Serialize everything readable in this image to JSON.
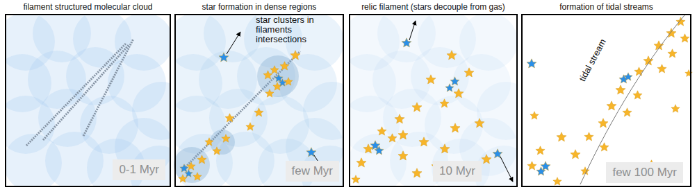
{
  "diagram": {
    "nodes": [
      {
        "text": [
          "filament structured molecular cloud"
        ]
      },
      {
        "text": [
          "0-1 Myr"
        ],
        "in": 0
      },
      {
        "text": [
          "star formation in dense regions"
        ]
      },
      {
        "text": [
          "few Myr"
        ],
        "in": 2
      },
      {
        "text": [
          "relic filament (stars decouple from gas)"
        ]
      },
      {
        "text": [
          "10 Myr"
        ],
        "in": 4
      },
      {
        "text": [
          "formation of tidal streams"
        ]
      },
      {
        "text": [
          "few 100 Myr"
        ],
        "in": 6
      }
    ],
    "labels": [
      "star clusters in filaments intersections",
      "tidal stream"
    ]
  }
}
